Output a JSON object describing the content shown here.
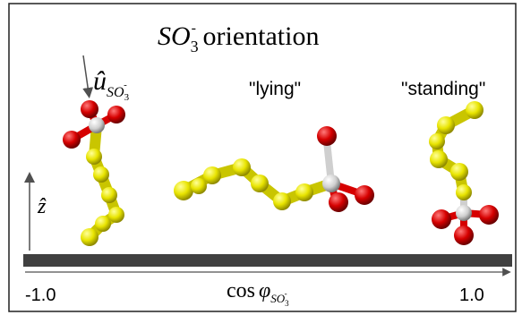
{
  "title": {
    "main": "SO",
    "sub": "3",
    "sup": "-",
    "rest": " orientation"
  },
  "labels": {
    "u_symbol": "û",
    "u_sub": "SO",
    "u_sub_sub": "3",
    "u_sub_sup": "-",
    "lying": "\"lying\"",
    "standing": "\"standing\"",
    "z_symbol": "ẑ"
  },
  "axis": {
    "left_value": "-1.0",
    "right_value": "1.0",
    "func": "cos",
    "phi": "φ",
    "phi_sub": "SO",
    "phi_sub_sub": "3",
    "phi_sub_sup": "-"
  },
  "colors": {
    "sulfur": "#e8e400",
    "oxygen": "#d60000",
    "carbon": "#cfcfcf",
    "surface": "#404040",
    "frame": "#202020",
    "arrow": "#505050"
  }
}
